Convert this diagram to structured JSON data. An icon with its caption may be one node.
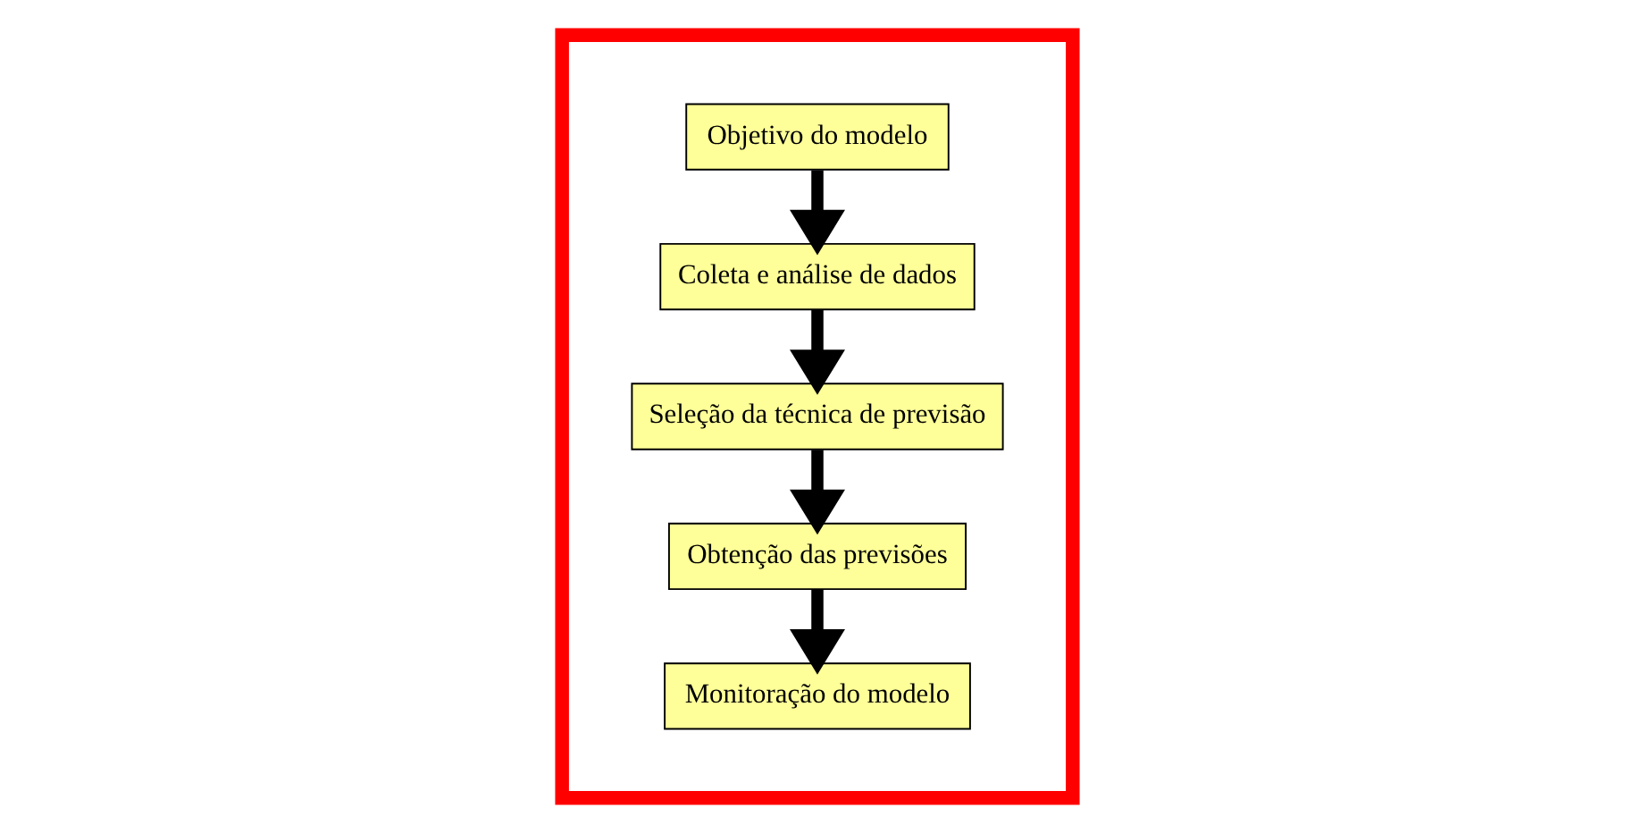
{
  "diagram": {
    "nodes": [
      {
        "text": [],
        "shape": "box"
      },
      {
        "text": [
          "Objetivo do modelo"
        ],
        "in": 0
      },
      {
        "text": [
          "Coleta e análise de dados"
        ],
        "in": 0
      },
      {
        "text": [
          "Seleção da técnica de previsão"
        ],
        "in": 0
      },
      {
        "text": [
          "Obtenção das previsões"
        ],
        "in": 0
      },
      {
        "text": [
          "Monitoração do modelo"
        ],
        "in": 0
      }
    ],
    "edges": [
      {
        "from": 1,
        "to": 2,
        "arrow": "to"
      },
      {
        "from": 2,
        "to": 3,
        "arrow": "to"
      },
      {
        "from": 3,
        "to": 4,
        "arrow": "to"
      },
      {
        "from": 4,
        "to": 5,
        "arrow": "to"
      }
    ]
  }
}
